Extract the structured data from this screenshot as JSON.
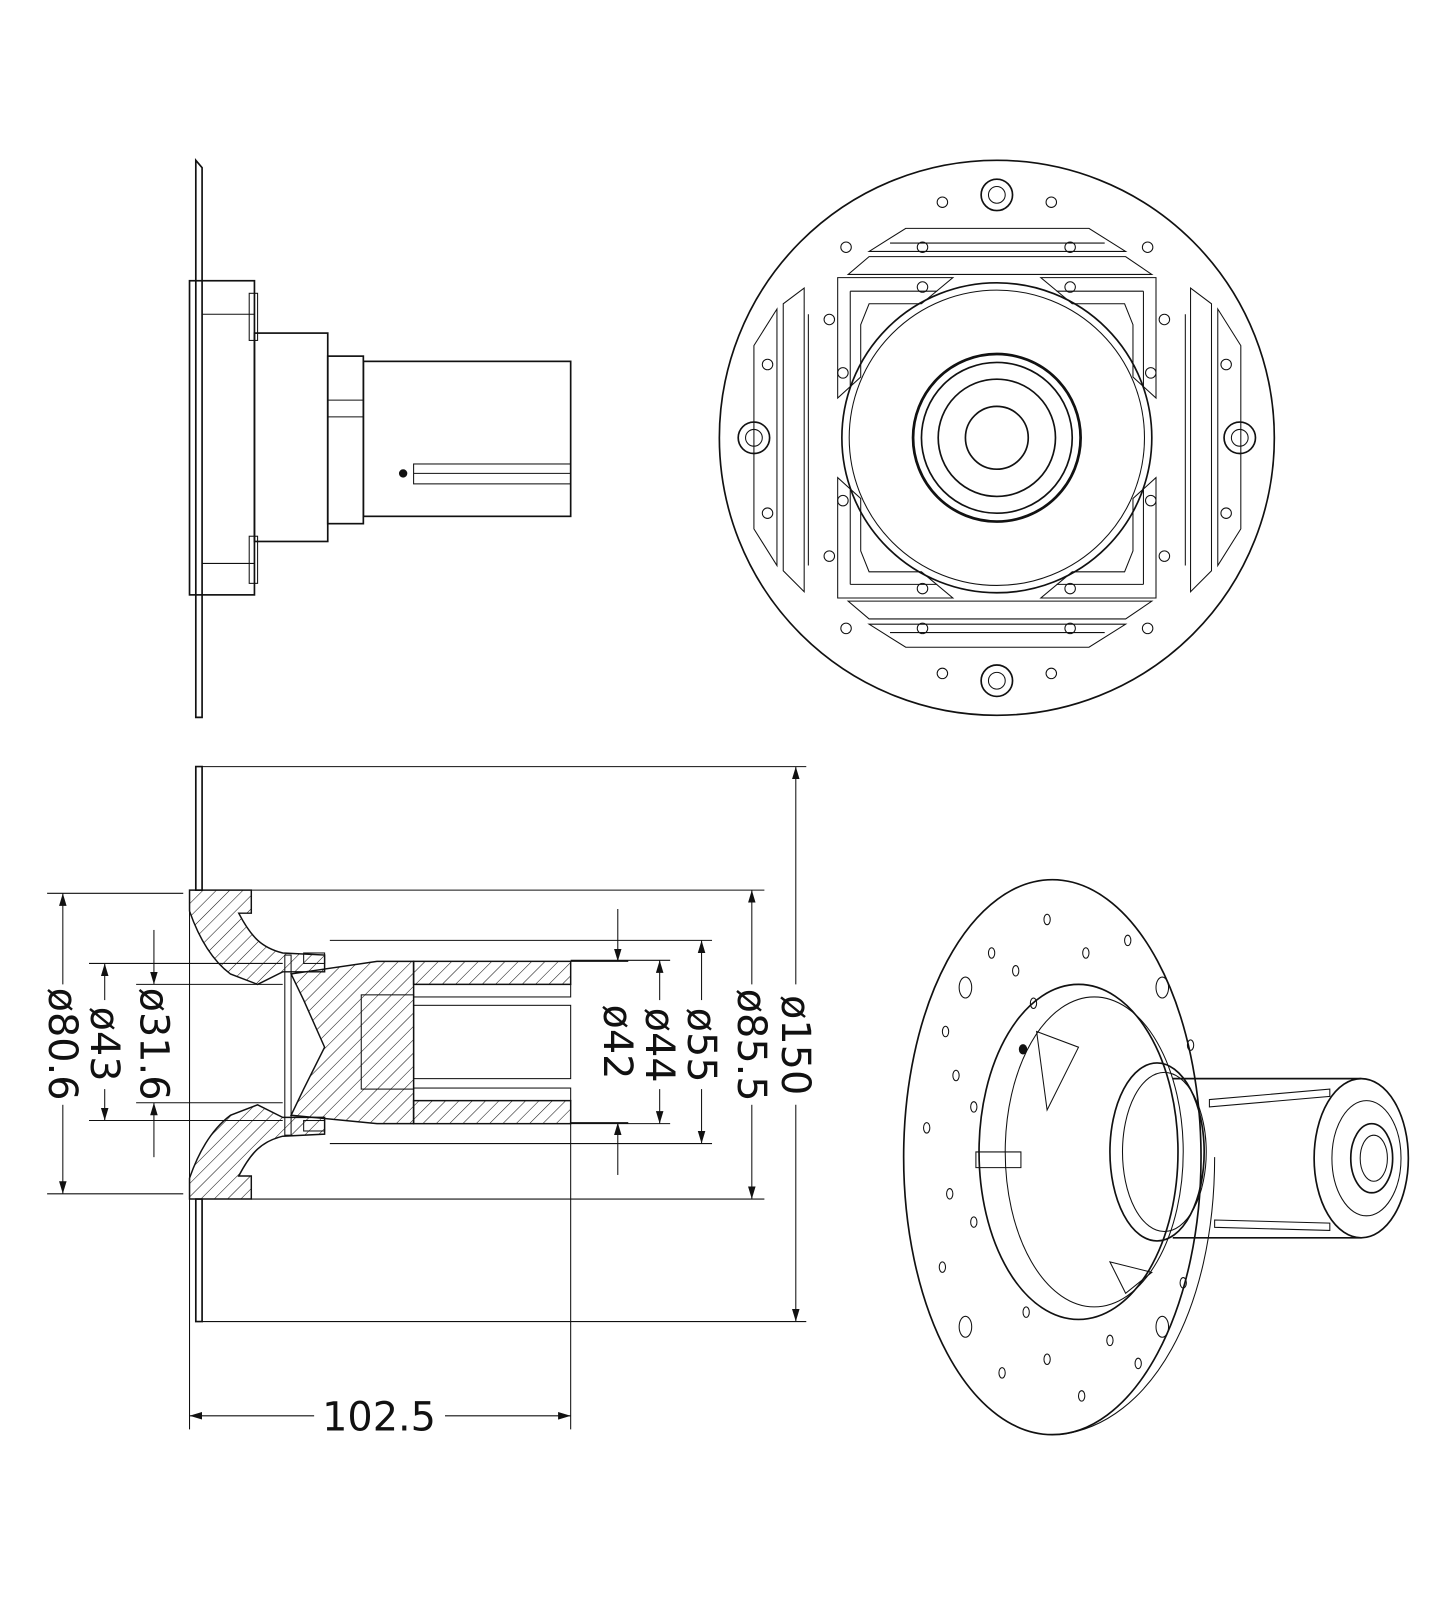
{
  "drawing": {
    "views": [
      "side-view",
      "front-view",
      "section-view",
      "isometric-view"
    ],
    "dimensions": {
      "d150": "ø150",
      "d85_5": "ø85.5",
      "d55": "ø55",
      "d44": "ø44",
      "d42": "ø42",
      "d31_6": "ø31.6",
      "d43": "ø43",
      "d80_6": "ø80.6",
      "length": "102.5"
    }
  }
}
